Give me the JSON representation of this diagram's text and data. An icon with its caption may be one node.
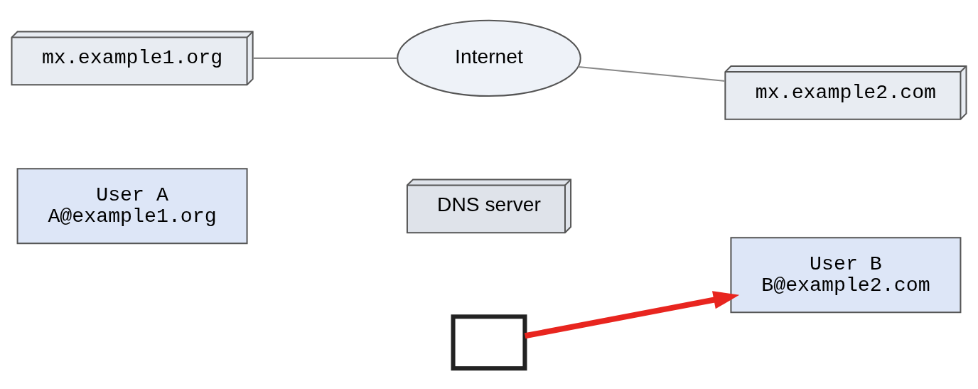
{
  "diagram": {
    "nodes": [
      {
        "text": [
          "mx.example1.org"
        ]
      },
      {
        "text": [
          "Internet"
        ]
      },
      {
        "text": [
          "mx.example2.com"
        ]
      },
      {
        "text": [
          "DNS server"
        ]
      },
      {
        "text": [
          "User A",
          "A@example1.org"
        ]
      },
      {
        "text": [],
        "shape": "box"
      },
      {
        "text": [
          "User B",
          "B@example2.com"
        ]
      }
    ],
    "edges": [
      {
        "from": 0,
        "to": 1,
        "arrow": "none"
      },
      {
        "from": 1,
        "to": 2,
        "arrow": "none"
      },
      {
        "from": 5,
        "to": 6,
        "arrow": "to",
        "style": "thick",
        "color": "#e8251f"
      }
    ]
  }
}
